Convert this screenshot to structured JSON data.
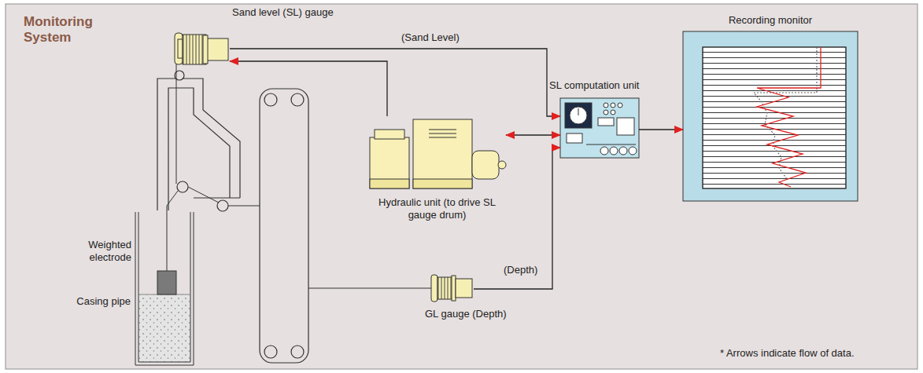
{
  "diagram": {
    "title": "Monitoring System",
    "nodes": [
      {
        "text": [
          "Sand level (SL) gauge"
        ]
      },
      {
        "text": [
          "Hydraulic unit (to drive SL gauge drum)"
        ]
      },
      {
        "text": [
          "SL computation unit"
        ]
      },
      {
        "text": [
          "Recording monitor"
        ]
      },
      {
        "text": [
          "GL gauge (Depth)"
        ]
      }
    ],
    "edges": [
      {
        "from": 0,
        "to": 2,
        "label": "(Sand Level)",
        "arrow": "to"
      },
      {
        "from": 1,
        "to": 0,
        "arrow": "to"
      },
      {
        "from": 1,
        "to": 2,
        "arrow": "both"
      },
      {
        "from": 4,
        "to": 2,
        "label": "(Depth)",
        "arrow": "to"
      },
      {
        "from": 2,
        "to": 3,
        "arrow": "to"
      }
    ],
    "labels": [
      "Weighted electrode",
      "Casing pipe",
      "* Arrows indicate flow of data."
    ]
  }
}
